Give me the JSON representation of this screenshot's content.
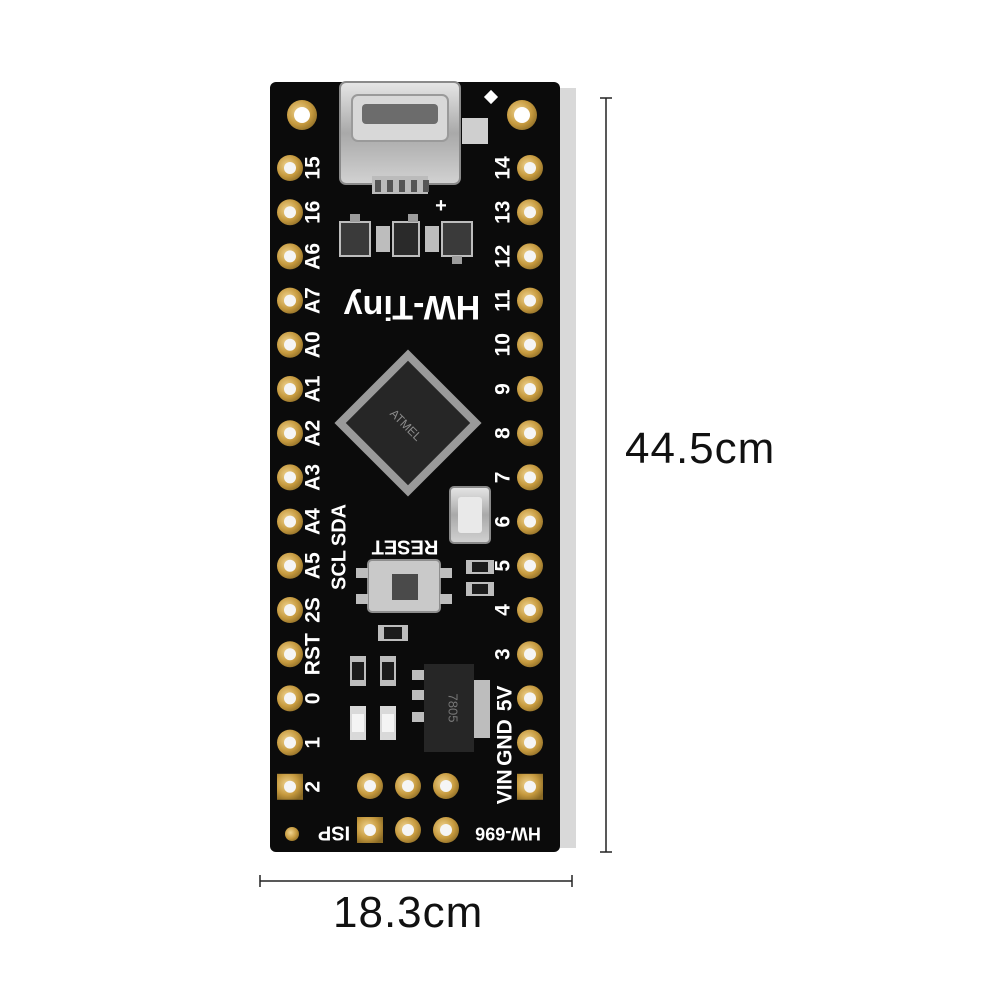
{
  "dimensions": {
    "height_label": "44.5cm",
    "width_label": "18.3cm"
  },
  "board": {
    "name": "HW-Tiny",
    "model": "HW-696",
    "reset_label": "RESET",
    "isp_label": "ISP",
    "plus_label": "+",
    "left_pins": [
      "15",
      "16",
      "A6",
      "A7",
      "A0",
      "A1",
      "A2",
      "A3",
      "A4",
      "A5",
      "2S",
      "RST",
      "0",
      "1",
      "2"
    ],
    "left_alt_labels": [
      "SDA",
      "SCL"
    ],
    "right_pins": [
      "14",
      "13",
      "12",
      "11",
      "10",
      "9",
      "8",
      "7",
      "6",
      "5",
      "4",
      "3",
      "5V",
      "GND",
      "VIN"
    ],
    "chip_marking": "ATMEL",
    "regulator_marking": "7805"
  },
  "colors": {
    "pcb": "#0b0b0b",
    "pad_gold": "#c9a24a",
    "silkscreen": "#ffffff",
    "usb_metal": "#b8b8b8"
  }
}
